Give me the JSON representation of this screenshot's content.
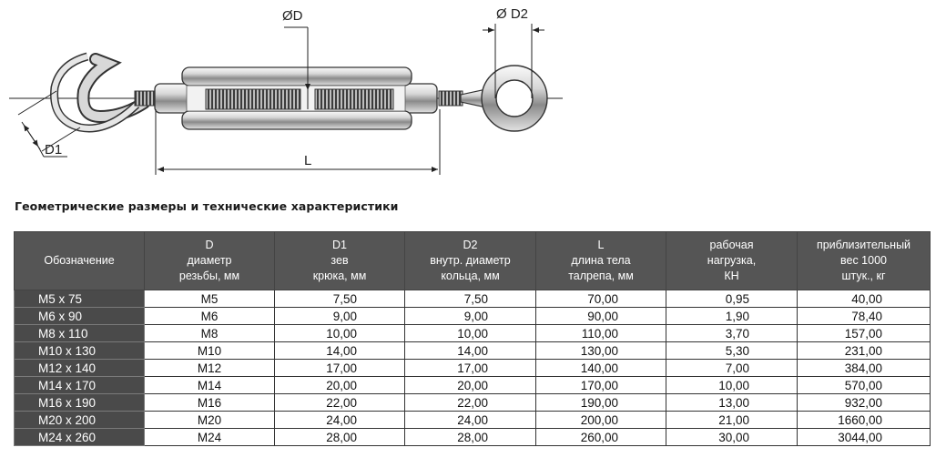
{
  "diagram": {
    "labels": {
      "d": "ØD",
      "d1": "D1",
      "d2": "Ø D2",
      "l": "L"
    }
  },
  "section_title": "Геометрические размеры и технические характеристики",
  "table": {
    "headers": [
      {
        "lines": [
          "Обозначение"
        ]
      },
      {
        "lines": [
          "D",
          "диаметр",
          "резьбы, мм"
        ]
      },
      {
        "lines": [
          "D1",
          "зев",
          "крюка, мм"
        ]
      },
      {
        "lines": [
          "D2",
          "внутр. диаметр",
          "кольца, мм"
        ]
      },
      {
        "lines": [
          "L",
          "длина  тела",
          "талрепа, мм"
        ]
      },
      {
        "lines": [
          "рабочая",
          "нагрузка,",
          "КН"
        ]
      },
      {
        "lines": [
          "приблизительный",
          "вес 1000",
          "штук., кг"
        ]
      }
    ],
    "rows": [
      [
        "M5 x 75",
        "M5",
        "7,50",
        "7,50",
        "70,00",
        "0,95",
        "40,00"
      ],
      [
        "M6 x 90",
        "M6",
        "9,00",
        "9,00",
        "90,00",
        "1,90",
        "78,40"
      ],
      [
        "M8 x 110",
        "M8",
        "10,00",
        "10,00",
        "110,00",
        "3,70",
        "157,00"
      ],
      [
        "M10 x 130",
        "M10",
        "14,00",
        "14,00",
        "130,00",
        "5,30",
        "231,00"
      ],
      [
        "M12 x 140",
        "M12",
        "17,00",
        "17,00",
        "140,00",
        "7,00",
        "384,00"
      ],
      [
        "M14 x 170",
        "M14",
        "20,00",
        "20,00",
        "170,00",
        "10,00",
        "570,00"
      ],
      [
        "M16 x 190",
        "M16",
        "22,00",
        "22,00",
        "190,00",
        "13,00",
        "932,00"
      ],
      [
        "M20 x 200",
        "M20",
        "24,00",
        "24,00",
        "200,00",
        "21,00",
        "1660,00"
      ],
      [
        "M24 x 260",
        "M24",
        "28,00",
        "28,00",
        "260,00",
        "30,00",
        "3044,00"
      ]
    ]
  }
}
